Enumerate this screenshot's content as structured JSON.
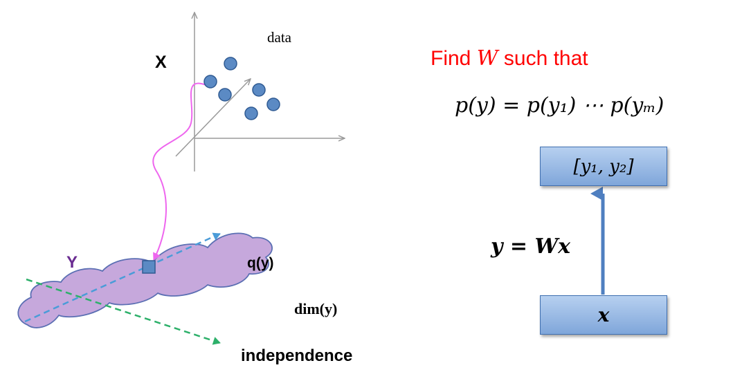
{
  "left_diagram": {
    "data_label": "data",
    "x_label": "X",
    "y_label": "Y",
    "q_label": "q(y)",
    "dim_label": "dim(y)",
    "independence_label": "independence"
  },
  "right_panel": {
    "heading_prefix": "Find ",
    "heading_var": "W",
    "heading_suffix": " such that",
    "factorization": "p(y) = p(y₁) ⋯ p(yₘ)",
    "transform": "y = Wx",
    "output_box": "[y₁, y₂]",
    "input_box": "x"
  },
  "colors": {
    "heading": "#ff0000",
    "dots": "#5b8ac4",
    "curve": "#ee66ee",
    "cloud": "#c6a8dc",
    "dashed_blue": "#4a9cd8",
    "dashed_green": "#2db06a",
    "y_label": "#6a2c91"
  }
}
